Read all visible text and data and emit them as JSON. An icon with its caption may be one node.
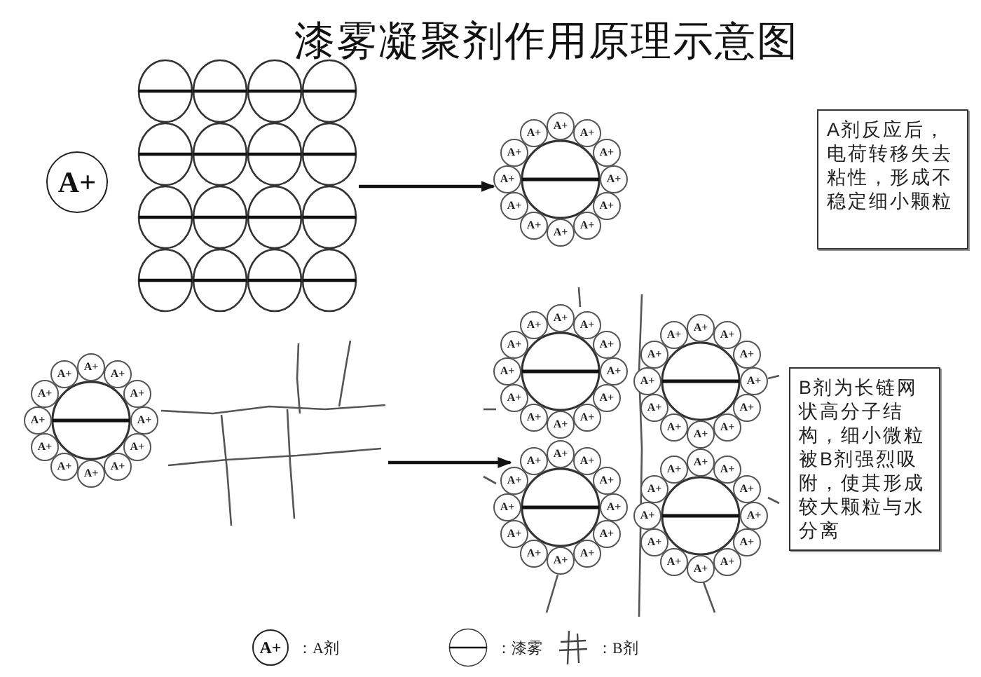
{
  "diagram": {
    "title": "漆雾凝聚剂作用原理示意图",
    "nodes": [
      {
        "text": [
          "A+"
        ]
      },
      {
        "text": [],
        "shape": "picture"
      },
      {
        "text": [
          "A+",
          "A+",
          "A+",
          "A+",
          "A+",
          "A+",
          "A+",
          "A+",
          "A+",
          "A+",
          "A+",
          "A+"
        ]
      },
      {
        "text": [
          "A剂反应后，电荷转移失去粘性，形成不稳定细小颗粒"
        ]
      },
      {
        "text": [
          "A+",
          "A+",
          "A+",
          "A+",
          "A+",
          "A+",
          "A+",
          "A+",
          "A+",
          "A+",
          "A+",
          "A+"
        ]
      },
      {
        "text": [],
        "shape": "picture"
      },
      {
        "text": [
          "A+",
          "A+",
          "A+",
          "A+",
          "A+",
          "A+",
          "A+",
          "A+",
          "A+",
          "A+",
          "A+",
          "A+"
        ]
      },
      {
        "text": [
          "A+",
          "A+",
          "A+",
          "A+",
          "A+",
          "A+",
          "A+",
          "A+",
          "A+",
          "A+",
          "A+",
          "A+"
        ]
      },
      {
        "text": [
          "A+",
          "A+",
          "A+",
          "A+",
          "A+",
          "A+",
          "A+",
          "A+",
          "A+",
          "A+",
          "A+",
          "A+"
        ]
      },
      {
        "text": [
          "A+",
          "A+",
          "A+",
          "A+",
          "A+",
          "A+",
          "A+",
          "A+",
          "A+",
          "A+",
          "A+",
          "A+"
        ]
      },
      {
        "text": [
          "B剂为长链网状高分子结构，细小微粒被B剂强烈吸附，使其形成较大颗粒与水分离"
        ]
      }
    ],
    "edges": [
      {
        "from": 1,
        "to": 2,
        "arrow": "to"
      },
      {
        "from": 5,
        "to": 8,
        "arrow": "to"
      }
    ],
    "labels": [
      "A+"
    ],
    "legend": [
      {
        "text": "：A剂"
      },
      {
        "text": "：漆雾"
      },
      {
        "text": "：B剂"
      }
    ]
  }
}
